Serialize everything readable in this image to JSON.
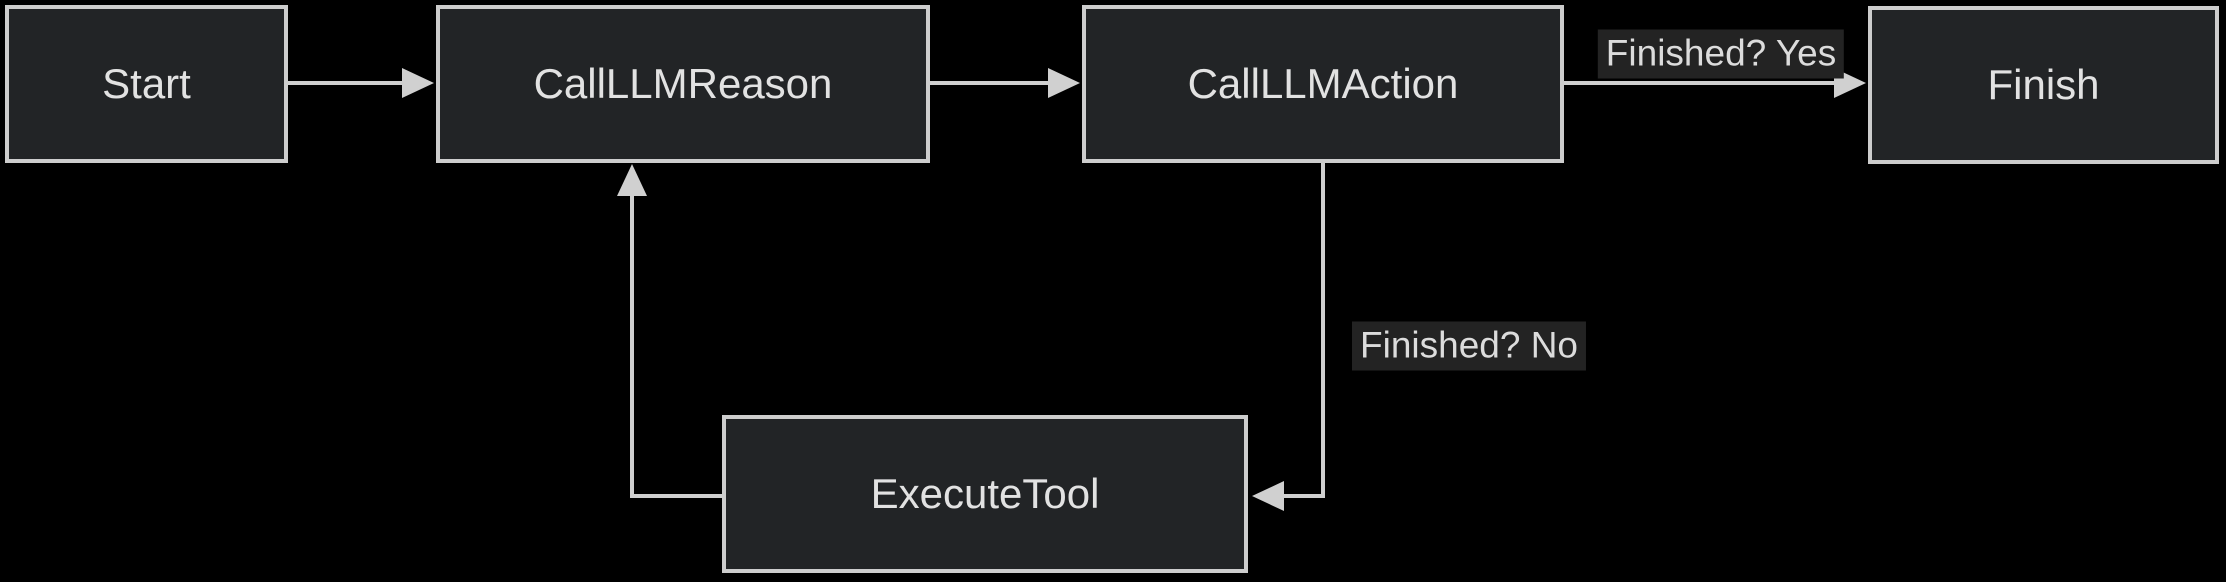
{
  "diagram": {
    "type": "flowchart",
    "direction": "left-to-right",
    "colors": {
      "background": "#000000",
      "node_fill": "#222426",
      "node_border": "#cdcdcd",
      "node_text": "#e2e2e2",
      "edge_line": "#d0d0d0",
      "edge_label_bg": "#232323",
      "edge_label_text": "#dcdcdc"
    },
    "nodes": [
      {
        "id": "start",
        "label": "Start"
      },
      {
        "id": "callllmreason",
        "label": "CallLLMReason"
      },
      {
        "id": "callllmaction",
        "label": "CallLLMAction"
      },
      {
        "id": "finish",
        "label": "Finish"
      },
      {
        "id": "executetool",
        "label": "ExecuteTool"
      }
    ],
    "edges": [
      {
        "from": "Start",
        "to": "CallLLMReason",
        "label": ""
      },
      {
        "from": "CallLLMReason",
        "to": "CallLLMAction",
        "label": ""
      },
      {
        "from": "CallLLMAction",
        "to": "Finish",
        "label": "Finished? Yes"
      },
      {
        "from": "CallLLMAction",
        "to": "ExecuteTool",
        "label": "Finished? No"
      },
      {
        "from": "ExecuteTool",
        "to": "CallLLMReason",
        "label": ""
      }
    ]
  }
}
